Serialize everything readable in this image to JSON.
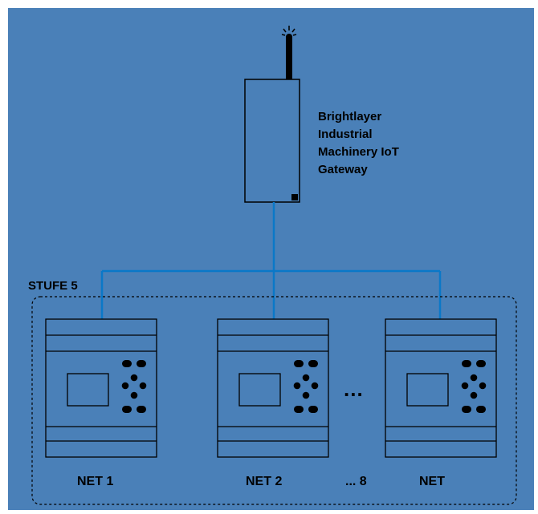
{
  "colors": {
    "background": "#4a80b8",
    "frame_border": "#ffffff",
    "bus_line": "#0a78c8",
    "device_fill": "#4a80b8",
    "stroke": "#000000"
  },
  "gateway": {
    "lines": [
      "Brightlayer",
      "Industrial",
      "Machinery IoT",
      "Gateway"
    ],
    "icon": "antenna-icon"
  },
  "group": {
    "label": "STUFE 5"
  },
  "devices": [
    {
      "id": "net1",
      "icon": "plc-module-icon"
    },
    {
      "id": "net2",
      "icon": "plc-module-icon"
    },
    {
      "id": "net8",
      "icon": "plc-module-icon"
    }
  ],
  "ellipsis_mid": "...",
  "labels": {
    "net1": "NET 1",
    "net2": "NET 2",
    "net8": "... 8",
    "netn": "NET"
  }
}
